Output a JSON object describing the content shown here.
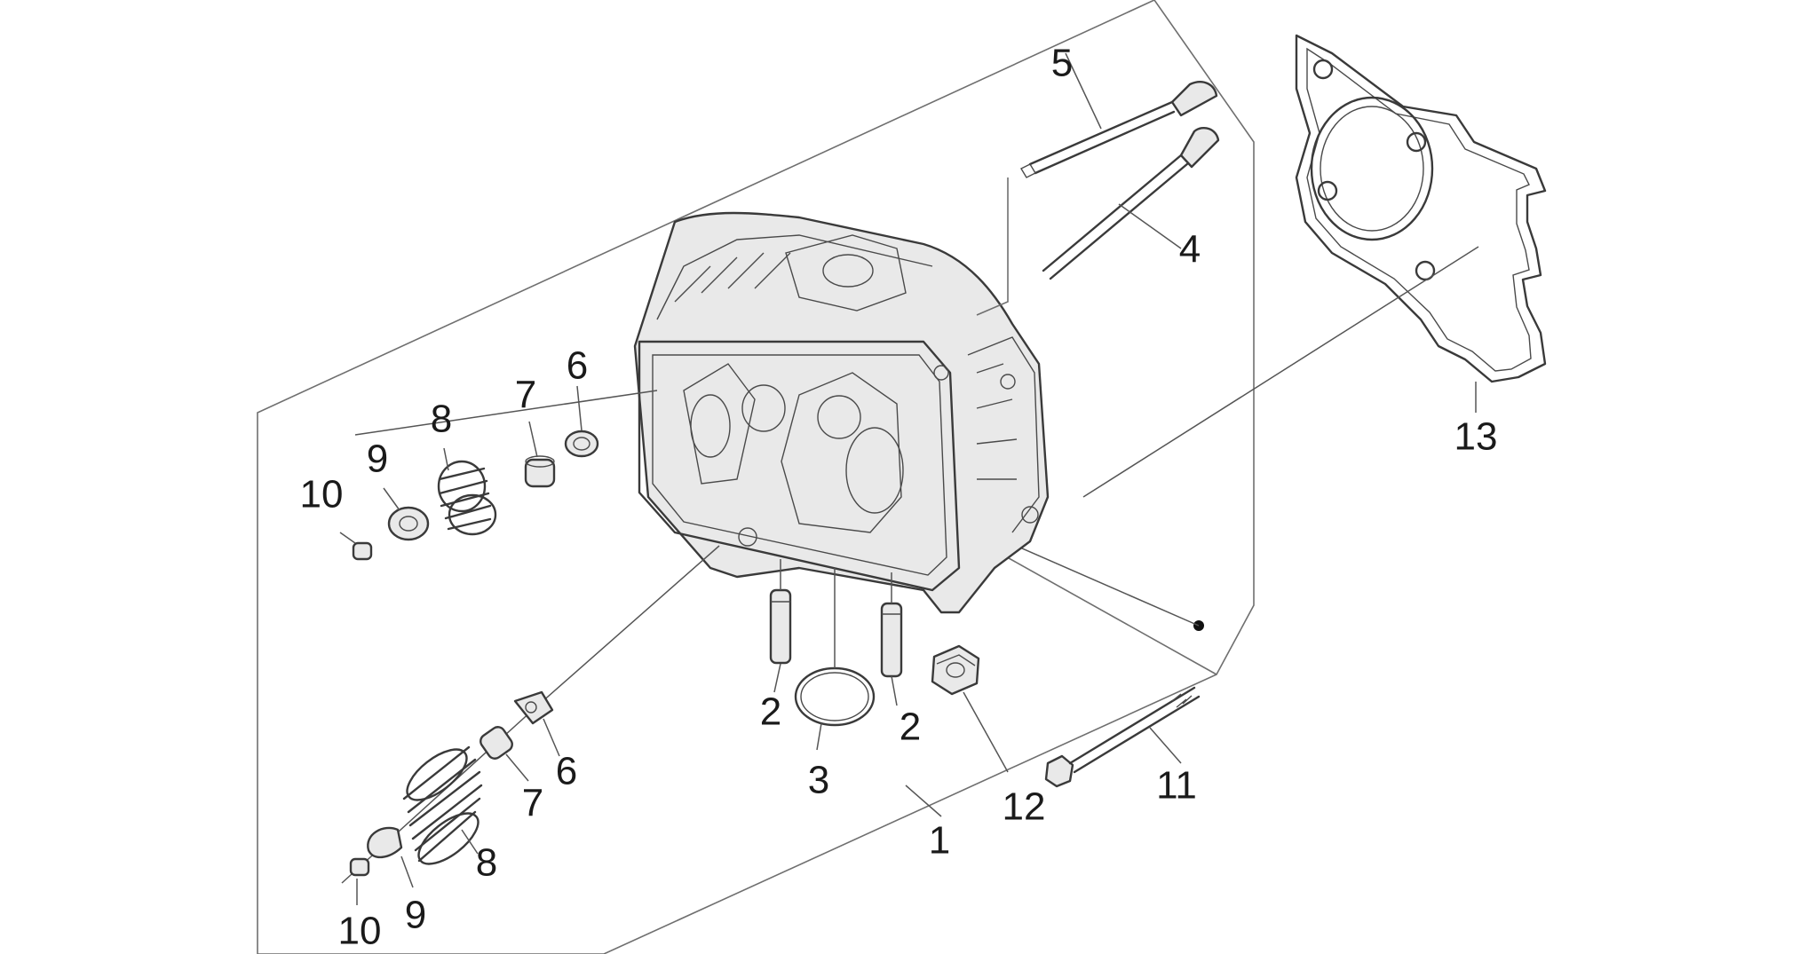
{
  "diagram": {
    "callouts": {
      "c1": "1",
      "c2a": "2",
      "c2b": "2",
      "c3": "3",
      "c4": "4",
      "c5": "5",
      "c6a": "6",
      "c6b": "6",
      "c7a": "7",
      "c7b": "7",
      "c8a": "8",
      "c8b": "8",
      "c9a": "9",
      "c9b": "9",
      "c10a": "10",
      "c10b": "10",
      "c11": "11",
      "c12": "12",
      "c13": "13"
    },
    "colors": {
      "line": "#3a3a3a",
      "frame": "#6f6f6f",
      "text": "#1a1a1a",
      "background": "#ffffff"
    }
  }
}
